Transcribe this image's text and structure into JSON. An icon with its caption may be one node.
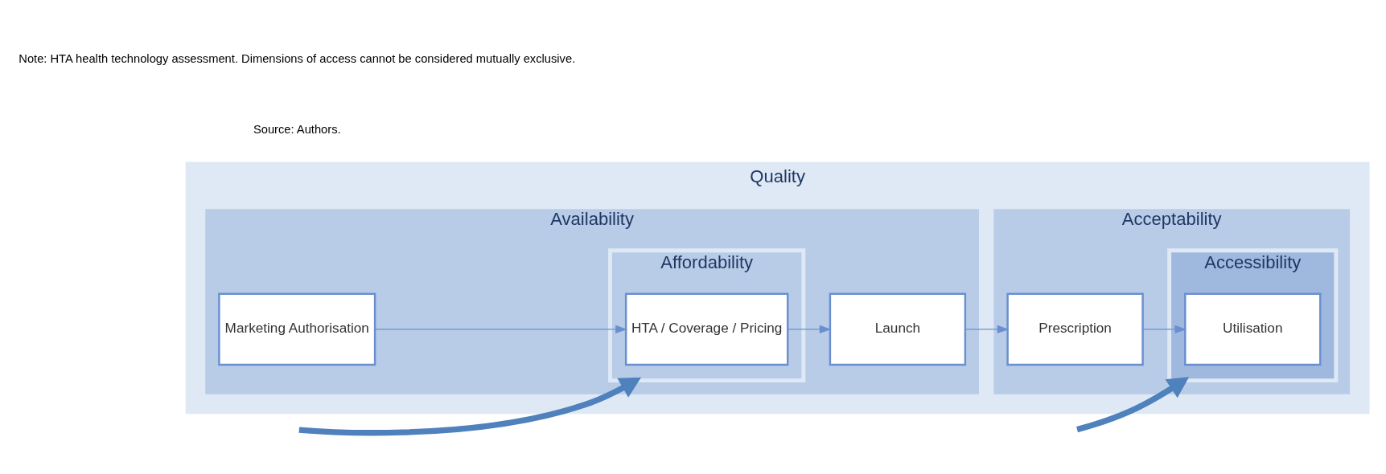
{
  "diagram": {
    "nodes": [
      {
        "text": [
          "Quality"
        ]
      },
      {
        "text": [
          "Availability"
        ],
        "in": 0
      },
      {
        "text": [
          "Marketing Authorisation"
        ],
        "in": 1
      },
      {
        "text": [
          "Affordability"
        ],
        "in": 1
      },
      {
        "text": [
          "HTA / Coverage / Pricing"
        ],
        "in": 3
      },
      {
        "text": [
          "Launch"
        ],
        "in": 1
      },
      {
        "text": [
          "Acceptability"
        ],
        "in": 0
      },
      {
        "text": [
          "Prescription"
        ],
        "in": 6
      },
      {
        "text": [
          "Accessibility"
        ],
        "in": 6
      },
      {
        "text": [
          "Utilisation"
        ],
        "in": 8
      }
    ],
    "edges": [
      {
        "from": 2,
        "to": 4,
        "arrow": "to"
      },
      {
        "from": 4,
        "to": 5,
        "arrow": "to"
      },
      {
        "from": 5,
        "to": 7,
        "arrow": "to"
      },
      {
        "from": 7,
        "to": 9,
        "arrow": "to"
      },
      {
        "from": null,
        "to": 3,
        "arrow": "to",
        "style": "thick",
        "color": "#4f81bd"
      },
      {
        "from": null,
        "to": 8,
        "arrow": "to",
        "style": "thick",
        "color": "#4f81bd"
      }
    ],
    "labels": [
      "Note: HTA health technology assessment. Dimensions of access cannot be considered mutually exclusive.",
      "Source: Authors."
    ]
  }
}
